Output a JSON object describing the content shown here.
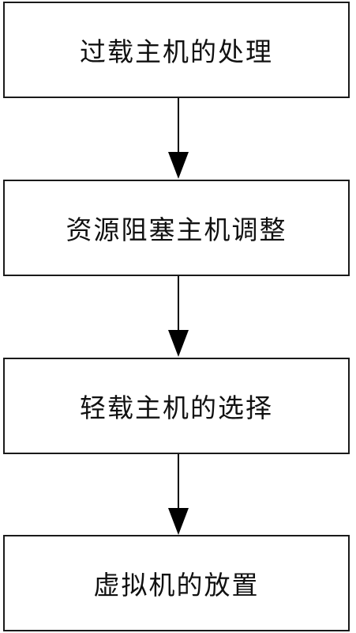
{
  "flowchart": {
    "steps": [
      {
        "label": "过载主机的处理"
      },
      {
        "label": "资源阻塞主机调整"
      },
      {
        "label": "轻载主机的选择"
      },
      {
        "label": "虚拟机的放置"
      }
    ]
  }
}
